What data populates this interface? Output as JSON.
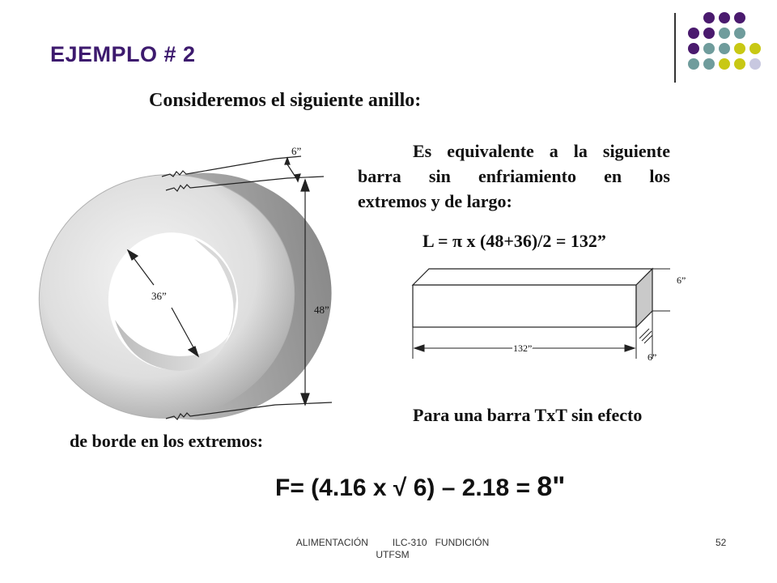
{
  "slide": {
    "title": "EJEMPLO # 2",
    "intro": "Consideremos el siguiente anillo:",
    "paragraph": {
      "line1": "Es equivalente a la siguiente",
      "line2": "barra sin enfriamiento en los",
      "line3": "extremos y de largo:"
    },
    "formula_length": "L = π x (48+36)/2 = 132”",
    "tail_line1": "Para una barra TxT sin efecto",
    "tail_line2": "de borde en los extremos:",
    "formula_result": {
      "lhs": "F= (4.16 x √ 6) – 2.18 = ",
      "rhs": "8\""
    }
  },
  "ring_figure": {
    "thickness_label": "6”",
    "inner_diameter_label": "36”",
    "outer_diameter_label": "48”"
  },
  "bar_figure": {
    "length_label": "132”",
    "height_label": "6”",
    "width_label": "6”"
  },
  "footer": {
    "line1": "ALIMENTACIÓN         ILC-310   FUNDICIÓN",
    "line2": "UTFSM",
    "page_number": "52"
  },
  "colors": {
    "title": "#3d1a6e",
    "dot_purple": "#4a1a6e",
    "dot_teal": "#6f9c9c",
    "dot_yellow": "#c8c814",
    "dot_lavender": "#c8c8e0"
  }
}
